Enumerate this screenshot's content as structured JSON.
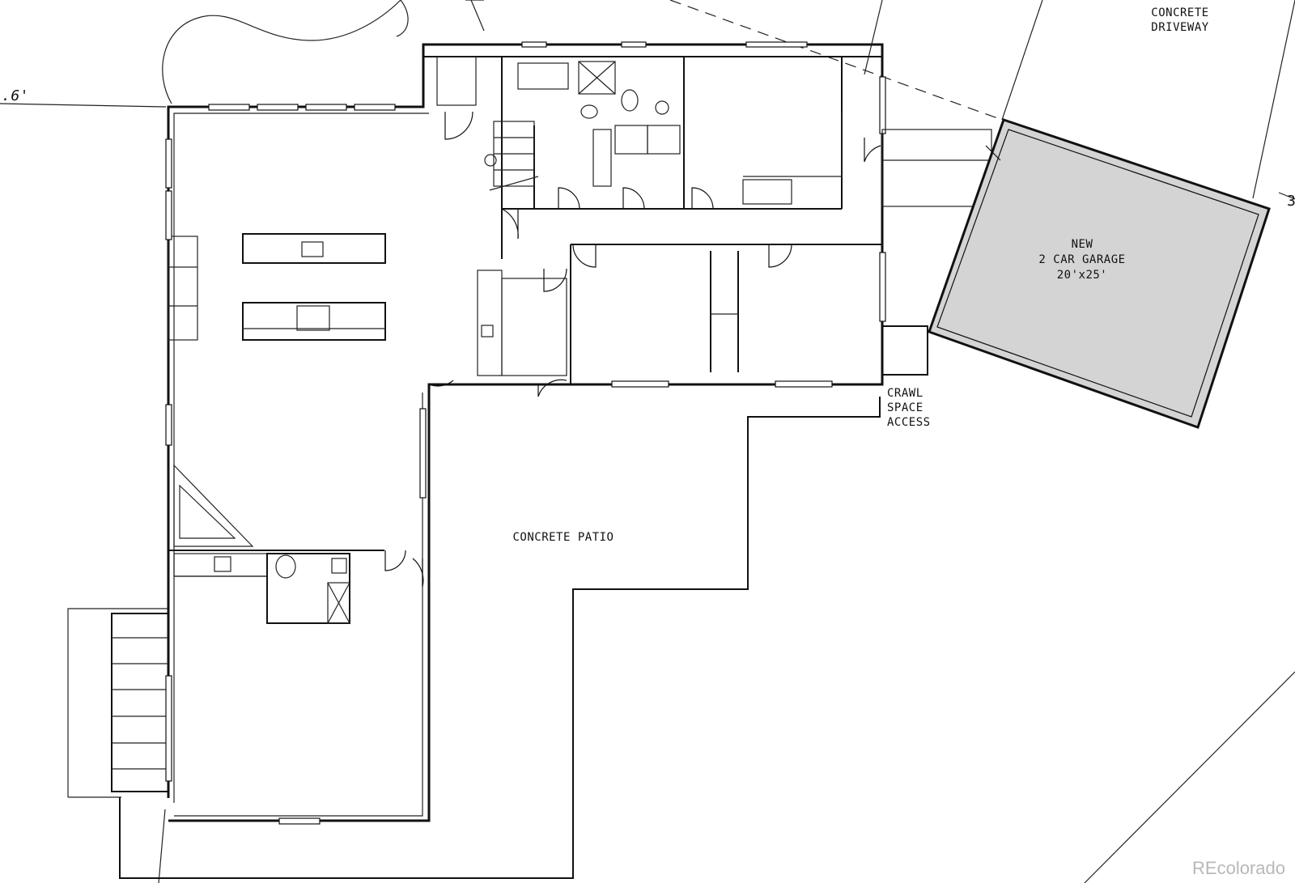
{
  "labels": {
    "driveway_line1": "CONCRETE",
    "driveway_line2": "DRIVEWAY",
    "garage_line1": "NEW",
    "garage_line2": "2 CAR GARAGE",
    "garage_line3": "20'x25'",
    "crawl_line1": "CRAWL",
    "crawl_line2": "SPACE",
    "crawl_line3": "ACCESS",
    "patio": "CONCRETE PATIO",
    "dimension_left": ".6'",
    "dimension_right": "3"
  },
  "watermark": "REcolorado",
  "colors": {
    "garage_fill": "#d4d4d4",
    "line": "#111111",
    "background": "#ffffff"
  }
}
